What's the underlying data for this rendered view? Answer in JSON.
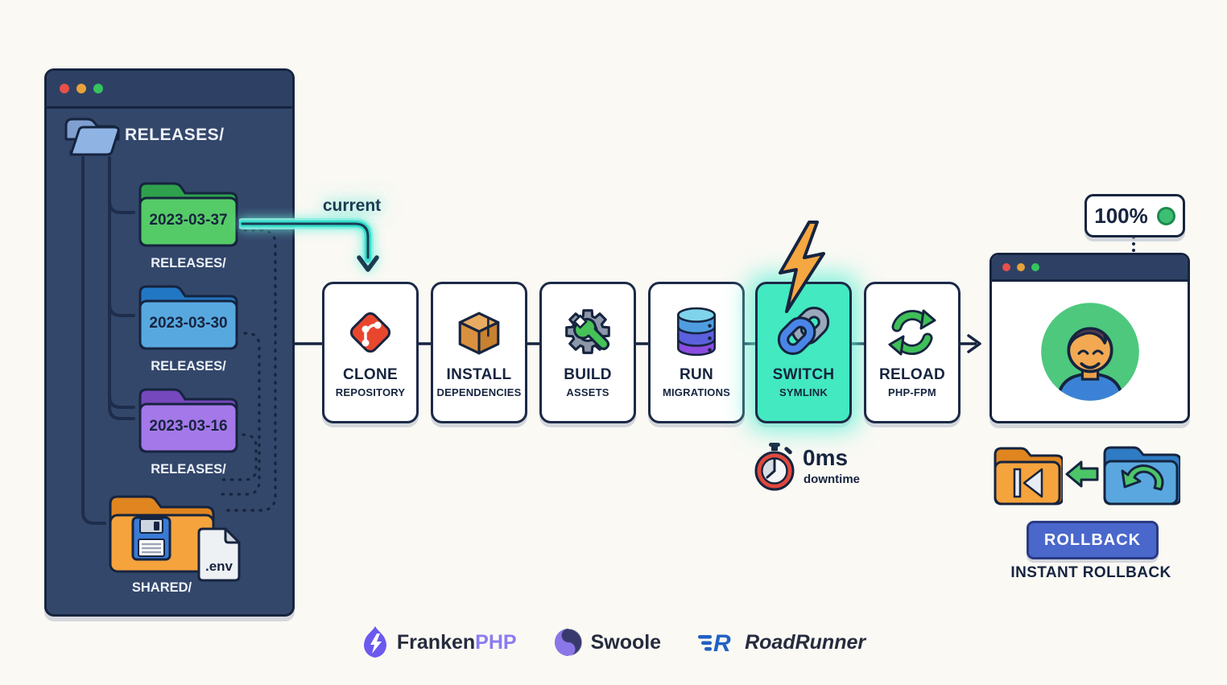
{
  "file_panel": {
    "root_label": "RELEASES/",
    "releases": [
      {
        "date": "2023-03-37",
        "caption": "RELEASES/"
      },
      {
        "date": "2023-03-30",
        "caption": "RELEASES/"
      },
      {
        "date": "2023-03-16",
        "caption": "RELEASES/"
      }
    ],
    "shared": {
      "caption": "SHARED/",
      "env_file_label": ".env"
    }
  },
  "current_pointer_label": "current",
  "pipeline": {
    "steps": [
      {
        "line1": "CLONE",
        "line2": "REPOSITORY"
      },
      {
        "line1": "INSTALL",
        "line2": "DEPENDENCIES"
      },
      {
        "line1": "BUILD",
        "line2": "ASSETS"
      },
      {
        "line1": "RUN",
        "line2": "MIGRATIONS"
      },
      {
        "line1": "SWITCH",
        "line2": "SYMLINK"
      },
      {
        "line1": "RELOAD",
        "line2": "PHP-FPM"
      }
    ]
  },
  "downtime": {
    "value": "0ms",
    "caption": "downtime"
  },
  "uptime_badge": {
    "value": "100%"
  },
  "rollback": {
    "button_label": "ROLLBACK",
    "caption": "INSTANT ROLLBACK"
  },
  "runtimes": {
    "frankenphp": {
      "prefix": "Franken",
      "suffix": "PHP"
    },
    "swoole": {
      "name": "Swoole"
    },
    "roadrunner": {
      "name": "RoadRunner",
      "icon_letter": "R"
    }
  },
  "colors": {
    "panel_navy": "#33476b",
    "outline_navy": "#16243f",
    "accent_teal": "#43e9c0",
    "success_green": "#3dbf73",
    "alert_red": "#e8503f",
    "button_blue": "#4a67cc"
  }
}
